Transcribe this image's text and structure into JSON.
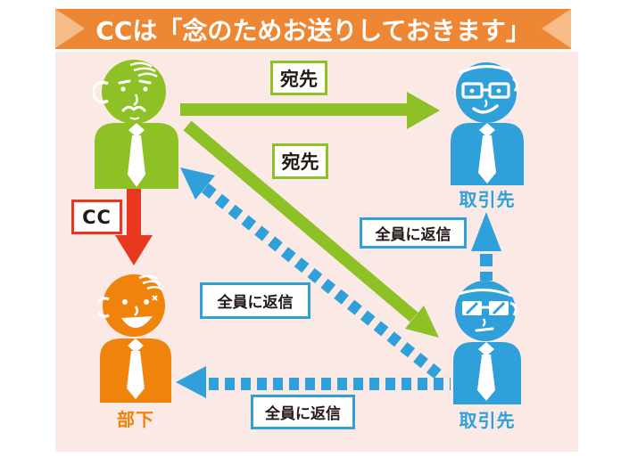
{
  "header": {
    "title": "CCは「念のためお送りしておきます」"
  },
  "labels": {
    "to_top": "宛先",
    "to_middle": "宛先",
    "cc": "CC",
    "reply_all_right": "全員に返信",
    "reply_all_middle": "全員に返信",
    "reply_all_bottom": "全員に返信"
  },
  "people": {
    "partner_top": {
      "label": "取引先"
    },
    "partner_bottom": {
      "label": "取引先"
    },
    "subordinate": {
      "label": "部下"
    }
  },
  "colors": {
    "banner_orange": "#ED8733",
    "banner_chevron": "#F6BC87",
    "panel_pink": "#FBE9E5",
    "green": "#8DC125",
    "blue": "#2FA0D9",
    "orange": "#F0830C",
    "red": "#E83820",
    "label_text": "#231815"
  },
  "arrows": [
    {
      "name": "to-arrow-top",
      "from": "boss",
      "to": "partner_top",
      "color": "green",
      "style": "solid",
      "label": "宛先"
    },
    {
      "name": "to-arrow-diagonal",
      "from": "boss",
      "to": "partner_bottom",
      "color": "green",
      "style": "solid",
      "label": "宛先"
    },
    {
      "name": "cc-arrow",
      "from": "boss",
      "to": "subordinate",
      "color": "red",
      "style": "solid",
      "label": "CC"
    },
    {
      "name": "reply-all-diagonal",
      "from": "partner_bottom",
      "to": "boss",
      "color": "blue",
      "style": "dashed",
      "label": "全員に返信"
    },
    {
      "name": "reply-all-vertical",
      "from": "partner_bottom",
      "to": "partner_top",
      "color": "blue",
      "style": "dashed",
      "label": "全員に返信"
    },
    {
      "name": "reply-all-horizontal",
      "from": "partner_bottom",
      "to": "subordinate",
      "color": "blue",
      "style": "dashed",
      "label": "全員に返信"
    }
  ]
}
